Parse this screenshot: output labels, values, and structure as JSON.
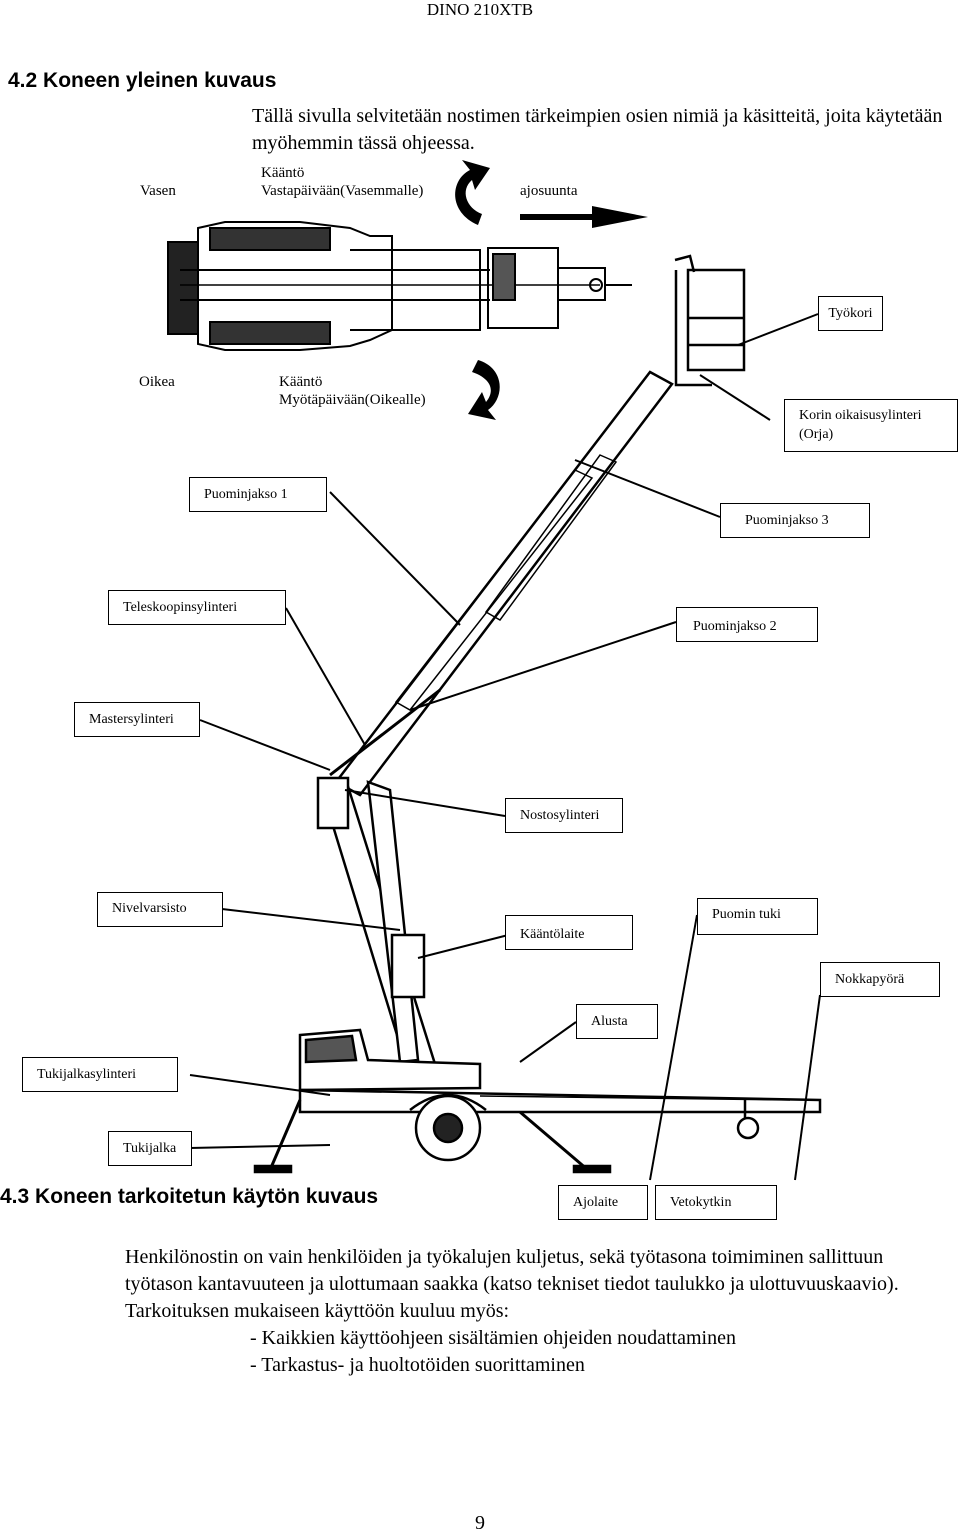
{
  "header": {
    "doc_title": "DINO 210XTB"
  },
  "section_42": {
    "heading": "4.2 Koneen yleinen kuvaus",
    "intro": "Tällä sivulla selvitetään nostimen tärkeimpien osien nimiä ja käsitteitä, joita käytetään myöhemmin tässä ohjeessa."
  },
  "top_view": {
    "left_side": "Vasen",
    "right_side": "Oikea",
    "rotate_ccw_line1": "Kääntö",
    "rotate_ccw_line2": "Vastapäivään(Vasemmalle)",
    "rotate_cw_line1": "Kääntö",
    "rotate_cw_line2": "Myötäpäivään(Oikealle)",
    "direction": "ajosuunta"
  },
  "labels": {
    "tyokori": "Työkori",
    "korin_line1": "Korin oikaisusylinteri",
    "korin_line2": "(Orja)",
    "puominjakso1": "Puominjakso 1",
    "puominjakso3": "Puominjakso 3",
    "teleskoopinsylinteri": "Teleskoopinsylinteri",
    "puominjakso2": "Puominjakso 2",
    "mastersylinteri": "Mastersylinteri",
    "nostosylinteri": "Nostosylinteri",
    "nivelvarsisto": "Nivelvarsisto",
    "kaantolaite": "Kääntölaite",
    "puomin_tuki": "Puomin tuki",
    "nokkapyora": "Nokkapyörä",
    "alusta": "Alusta",
    "tukijalkasylinteri": "Tukijalkasylinteri",
    "tukijalka": "Tukijalka",
    "ajolaite": "Ajolaite",
    "vetokytkin": "Vetokytkin"
  },
  "section_43": {
    "heading": "4.3 Koneen tarkoitetun käytön kuvaus",
    "para1": "Henkilönostin on vain henkilöiden ja työkalujen kuljetus, sekä työtasona toimiminen sallittuun työtason kantavuuteen ja ulottumaan saakka (katso tekniset tiedot taulukko ja ulottuvuuskaavio).",
    "para2": "Tarkoituksen mukaiseen käyttöön kuuluu myös:",
    "bullet1": "- Kaikkien käyttöohjeen sisältämien ohjeiden noudattaminen",
    "bullet2": "- Tarkastus- ja huoltotöiden suorittaminen"
  },
  "footer": {
    "page_number": "9"
  }
}
